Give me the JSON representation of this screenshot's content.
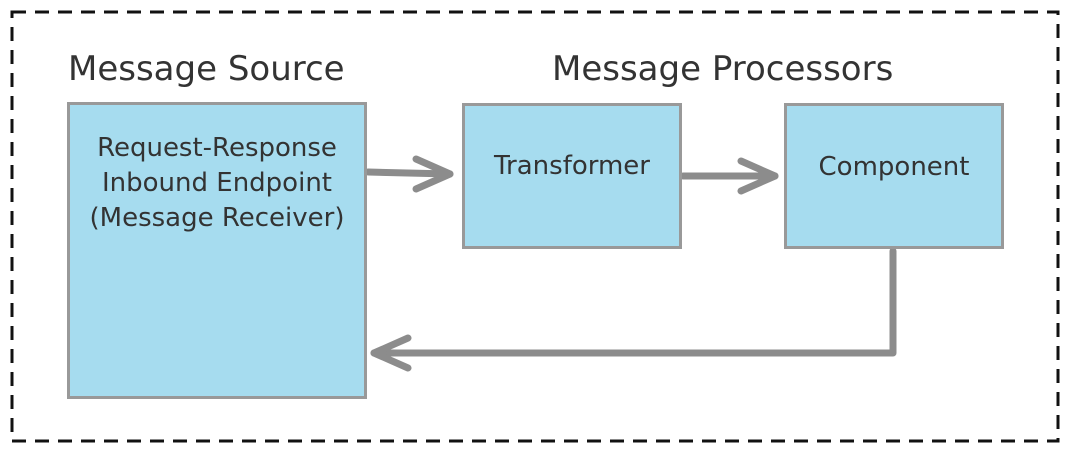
{
  "colors": {
    "box_fill": "#a6dcef",
    "box_border": "#999999",
    "arrow": "#8c8c8c",
    "frame": "#111111",
    "text": "#333333"
  },
  "sections": {
    "source_heading": "Message Source",
    "processors_heading": "Message Processors"
  },
  "boxes": {
    "source": {
      "lines": [
        "Request-Response",
        "Inbound Endpoint",
        "(Message Receiver)"
      ]
    },
    "transformer": {
      "label": "Transformer"
    },
    "component": {
      "label": "Component"
    }
  },
  "connections": [
    {
      "from": "source",
      "to": "transformer"
    },
    {
      "from": "transformer",
      "to": "component"
    },
    {
      "from": "component",
      "to": "source"
    }
  ]
}
